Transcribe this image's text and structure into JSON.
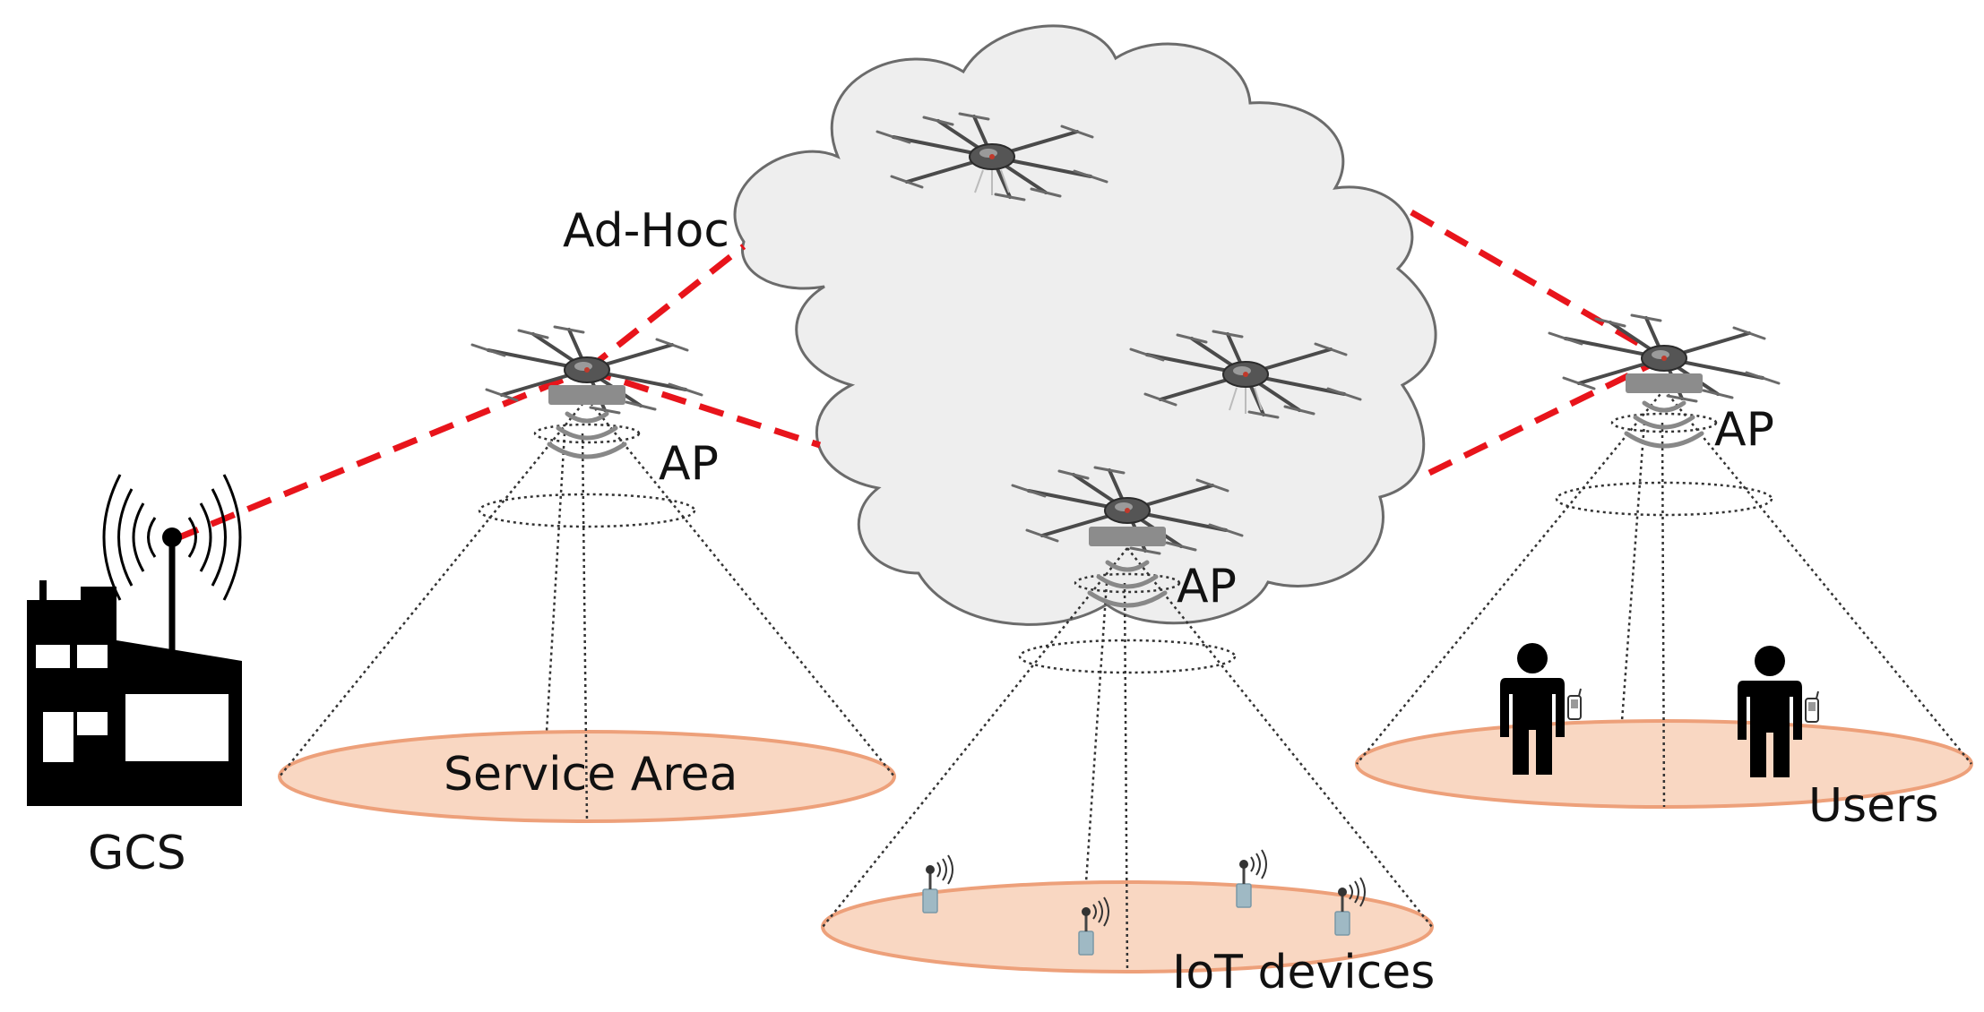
{
  "labels": {
    "adhoc": "Ad-Hoc",
    "ap": "AP",
    "gcs": "GCS",
    "service_area": "Service Area",
    "iot_devices": "IoT devices",
    "users": "Users"
  },
  "colors": {
    "link": "#e8141b",
    "cloud_fill": "#eeeeee",
    "cloud_stroke": "#6b6b6b",
    "area_fill": "#f9d7c2",
    "area_stroke": "#eda07a",
    "drone_body": "#555555",
    "ap_module": "#8c8c8c",
    "device": "#9fb9c4"
  },
  "icons": [
    "drone-icon",
    "wifi-signal-icon",
    "building-antenna-icon",
    "person-icon",
    "phone-icon",
    "iot-sensor-icon"
  ]
}
